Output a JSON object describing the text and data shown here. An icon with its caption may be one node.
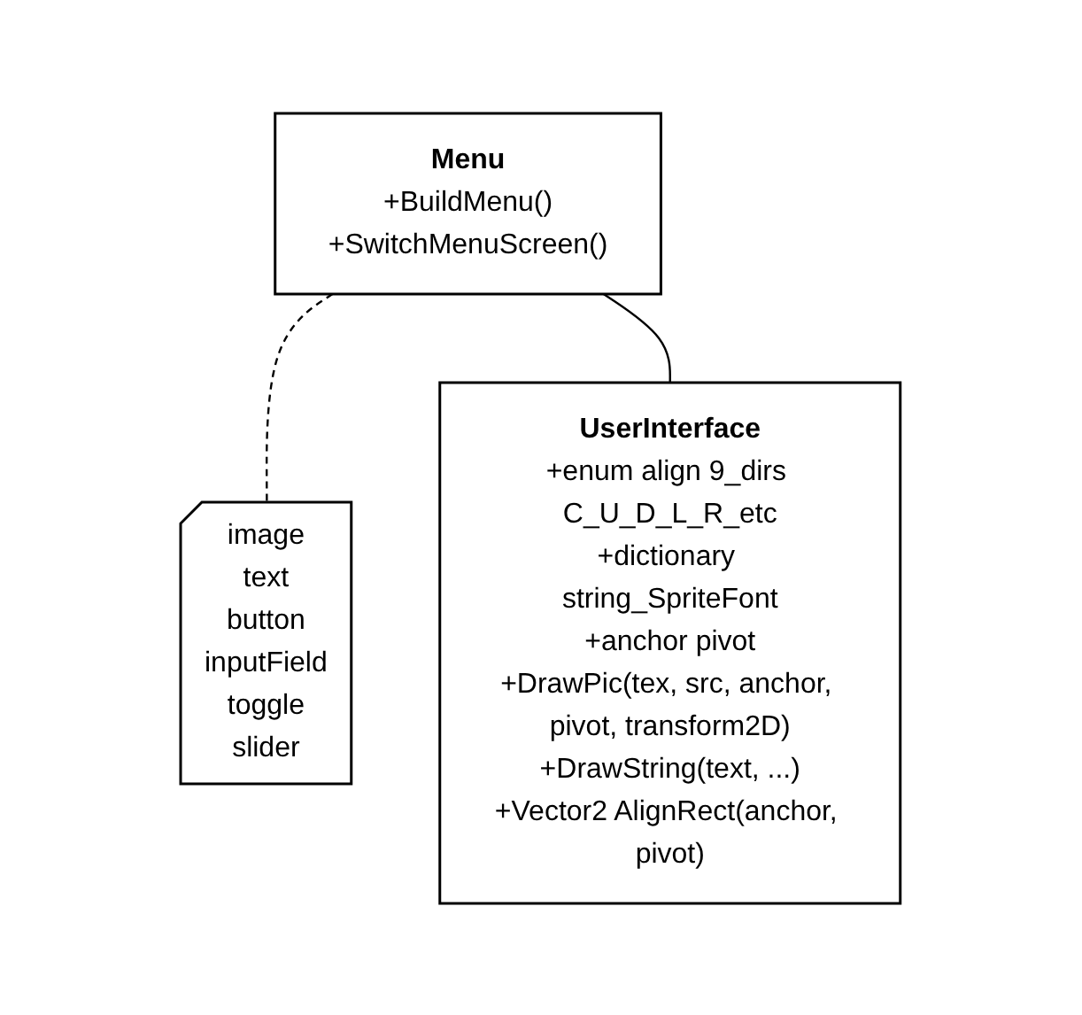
{
  "diagram": {
    "nodes": [
      {
        "text": [
          "Menu",
          "+BuildMenu()",
          "+SwitchMenuScreen()"
        ]
      },
      {
        "text": [
          "image",
          "text",
          "button",
          "inputField",
          "toggle",
          "slider"
        ]
      },
      {
        "text": [
          "UserInterface",
          "+enum align 9_dirs C_U_D_L_R_etc",
          "+dictionary string_SpriteFont",
          "+anchor pivot",
          "+DrawPic(tex, src, anchor, pivot, transform2D)",
          "+DrawString(text, ...)",
          "+Vector2 AlignRect(anchor, pivot)"
        ]
      }
    ],
    "edges": [
      {
        "from": 0,
        "to": 1,
        "arrow": "none",
        "style": "dashed"
      },
      {
        "from": 0,
        "to": 2,
        "arrow": "none"
      }
    ]
  }
}
